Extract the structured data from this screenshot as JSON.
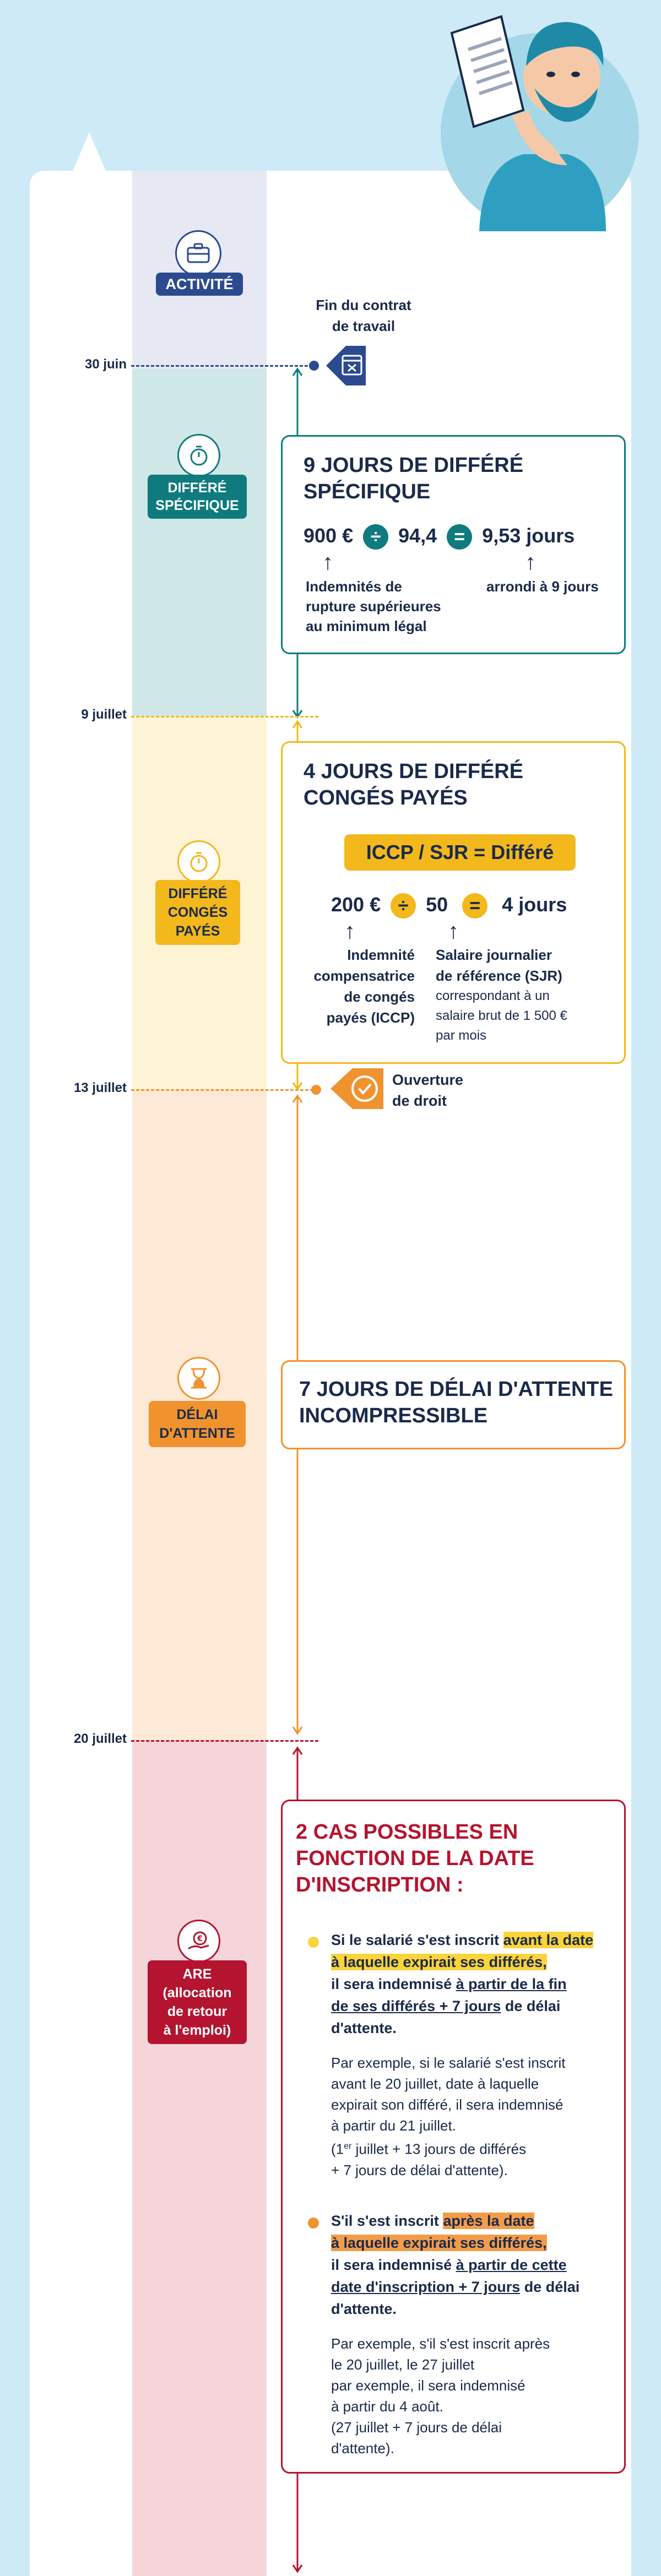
{
  "colors": {
    "navy": "#1a2a4a",
    "blue": "#2b4a8f",
    "teal": "#0f7b7e",
    "yellow": "#f2b81c",
    "orange": "#f0932f",
    "red": "#b4142f",
    "band_activity": "#e6e8f3",
    "band_specific": "#cfe7e6",
    "band_conges": "#fdf4d6",
    "band_attente": "#fde9d6",
    "band_are": "#f6d5da"
  },
  "phases": {
    "activity": {
      "label": "ACTIVITÉ",
      "icon": "briefcase-icon"
    },
    "specific": {
      "label_1": "DIFFÉRÉ",
      "label_2": "SPÉCIFIQUE",
      "icon": "stopwatch-icon"
    },
    "conges": {
      "label_1": "DIFFÉRÉ",
      "label_2": "CONGÉS",
      "label_3": "PAYÉS",
      "icon": "stopwatch-icon"
    },
    "attente": {
      "label_1": "DÉLAI",
      "label_2": "D'ATTENTE",
      "icon": "hourglass-icon"
    },
    "are": {
      "label_1": "ARE",
      "label_2": "(allocation",
      "label_3": "de retour",
      "label_4": "à l'emploi)",
      "icon": "euro-hand-icon"
    }
  },
  "dates": {
    "d1": "30 juin",
    "d2": "9 juillet",
    "d3": "13 juillet",
    "d4": "20 juillet"
  },
  "events": {
    "end_contract_1": "Fin du contrat",
    "end_contract_2": "de travail",
    "open_rights_1": "Ouverture",
    "open_rights_2": "de droit"
  },
  "box_specific": {
    "title_1": "9 JOURS DE DIFFÉRÉ",
    "title_2": "SPÉCIFIQUE",
    "val1": "900 €",
    "op1": "÷",
    "val2": "94,4",
    "op2": "=",
    "val3": "9,53 jours",
    "note1_1": "Indemnités de",
    "note1_2": "rupture supérieures",
    "note1_3": "au minimum légal",
    "note2": "arrondi à 9 jours"
  },
  "box_conges": {
    "title_1": "4 JOURS DE DIFFÉRÉ",
    "title_2": "CONGÉS PAYÉS",
    "formula": "ICCP / SJR = Différé",
    "val1": "200 €",
    "op1": "÷",
    "val2": "50",
    "op2": "=",
    "val3": "4 jours",
    "note1_1": "Indemnité",
    "note1_2": "compensatrice",
    "note1_3": "de congés",
    "note1_4": "payés (ICCP)",
    "note2_1": "Salaire journalier",
    "note2_2": "de référence (SJR)",
    "note2_3": "correspondant à un",
    "note2_4": "salaire brut de 1 500 €",
    "note2_5": "par mois"
  },
  "box_attente": {
    "title_1": "7 JOURS DE DÉLAI D'ATTENTE",
    "title_2": "INCOMPRESSIBLE"
  },
  "box_are": {
    "title_1": "2 CAS POSSIBLES EN",
    "title_2": "FONCTION DE LA DATE",
    "title_3": "D'INSCRIPTION :",
    "case1": {
      "l1a": "Si le salarié s'est inscrit ",
      "l1b": "avant la date",
      "l2": "à laquelle expirait ses différés,",
      "l3a": "il sera indemnisé ",
      "l3b": "à partir de la fin",
      "l4a": "de ses différés + 7 jours",
      "l4b": " de délai",
      "l5": "d'attente.",
      "ex1": "Par exemple, si le salarié s'est inscrit",
      "ex2": "avant le 20 juillet, date à laquelle",
      "ex3": "expirait son différé, il sera indemnisé",
      "ex4": "à partir du 21 juillet.",
      "ex5a": "(1",
      "ex5sup": "er",
      "ex5b": " juillet + 13 jours de différés",
      "ex6": "+ 7 jours de délai d'attente)."
    },
    "case2": {
      "l1a": "S'il s'est inscrit ",
      "l1b": "après la date",
      "l2": "à laquelle expirait ses différés,",
      "l3a": "il sera indemnisé ",
      "l3b": "à partir de cette",
      "l4a": "date d'inscription + 7 jours",
      "l4b": " de délai",
      "l5": "d'attente.",
      "ex1": "Par exemple, s'il s'est inscrit après",
      "ex2": "le 20 juillet, le 27 juillet",
      "ex3": "par exemple, il sera indemnisé",
      "ex4": "à partir du 4 août.",
      "ex5": "(27 juillet + 7 jours de délai",
      "ex6": "d'attente)."
    }
  }
}
